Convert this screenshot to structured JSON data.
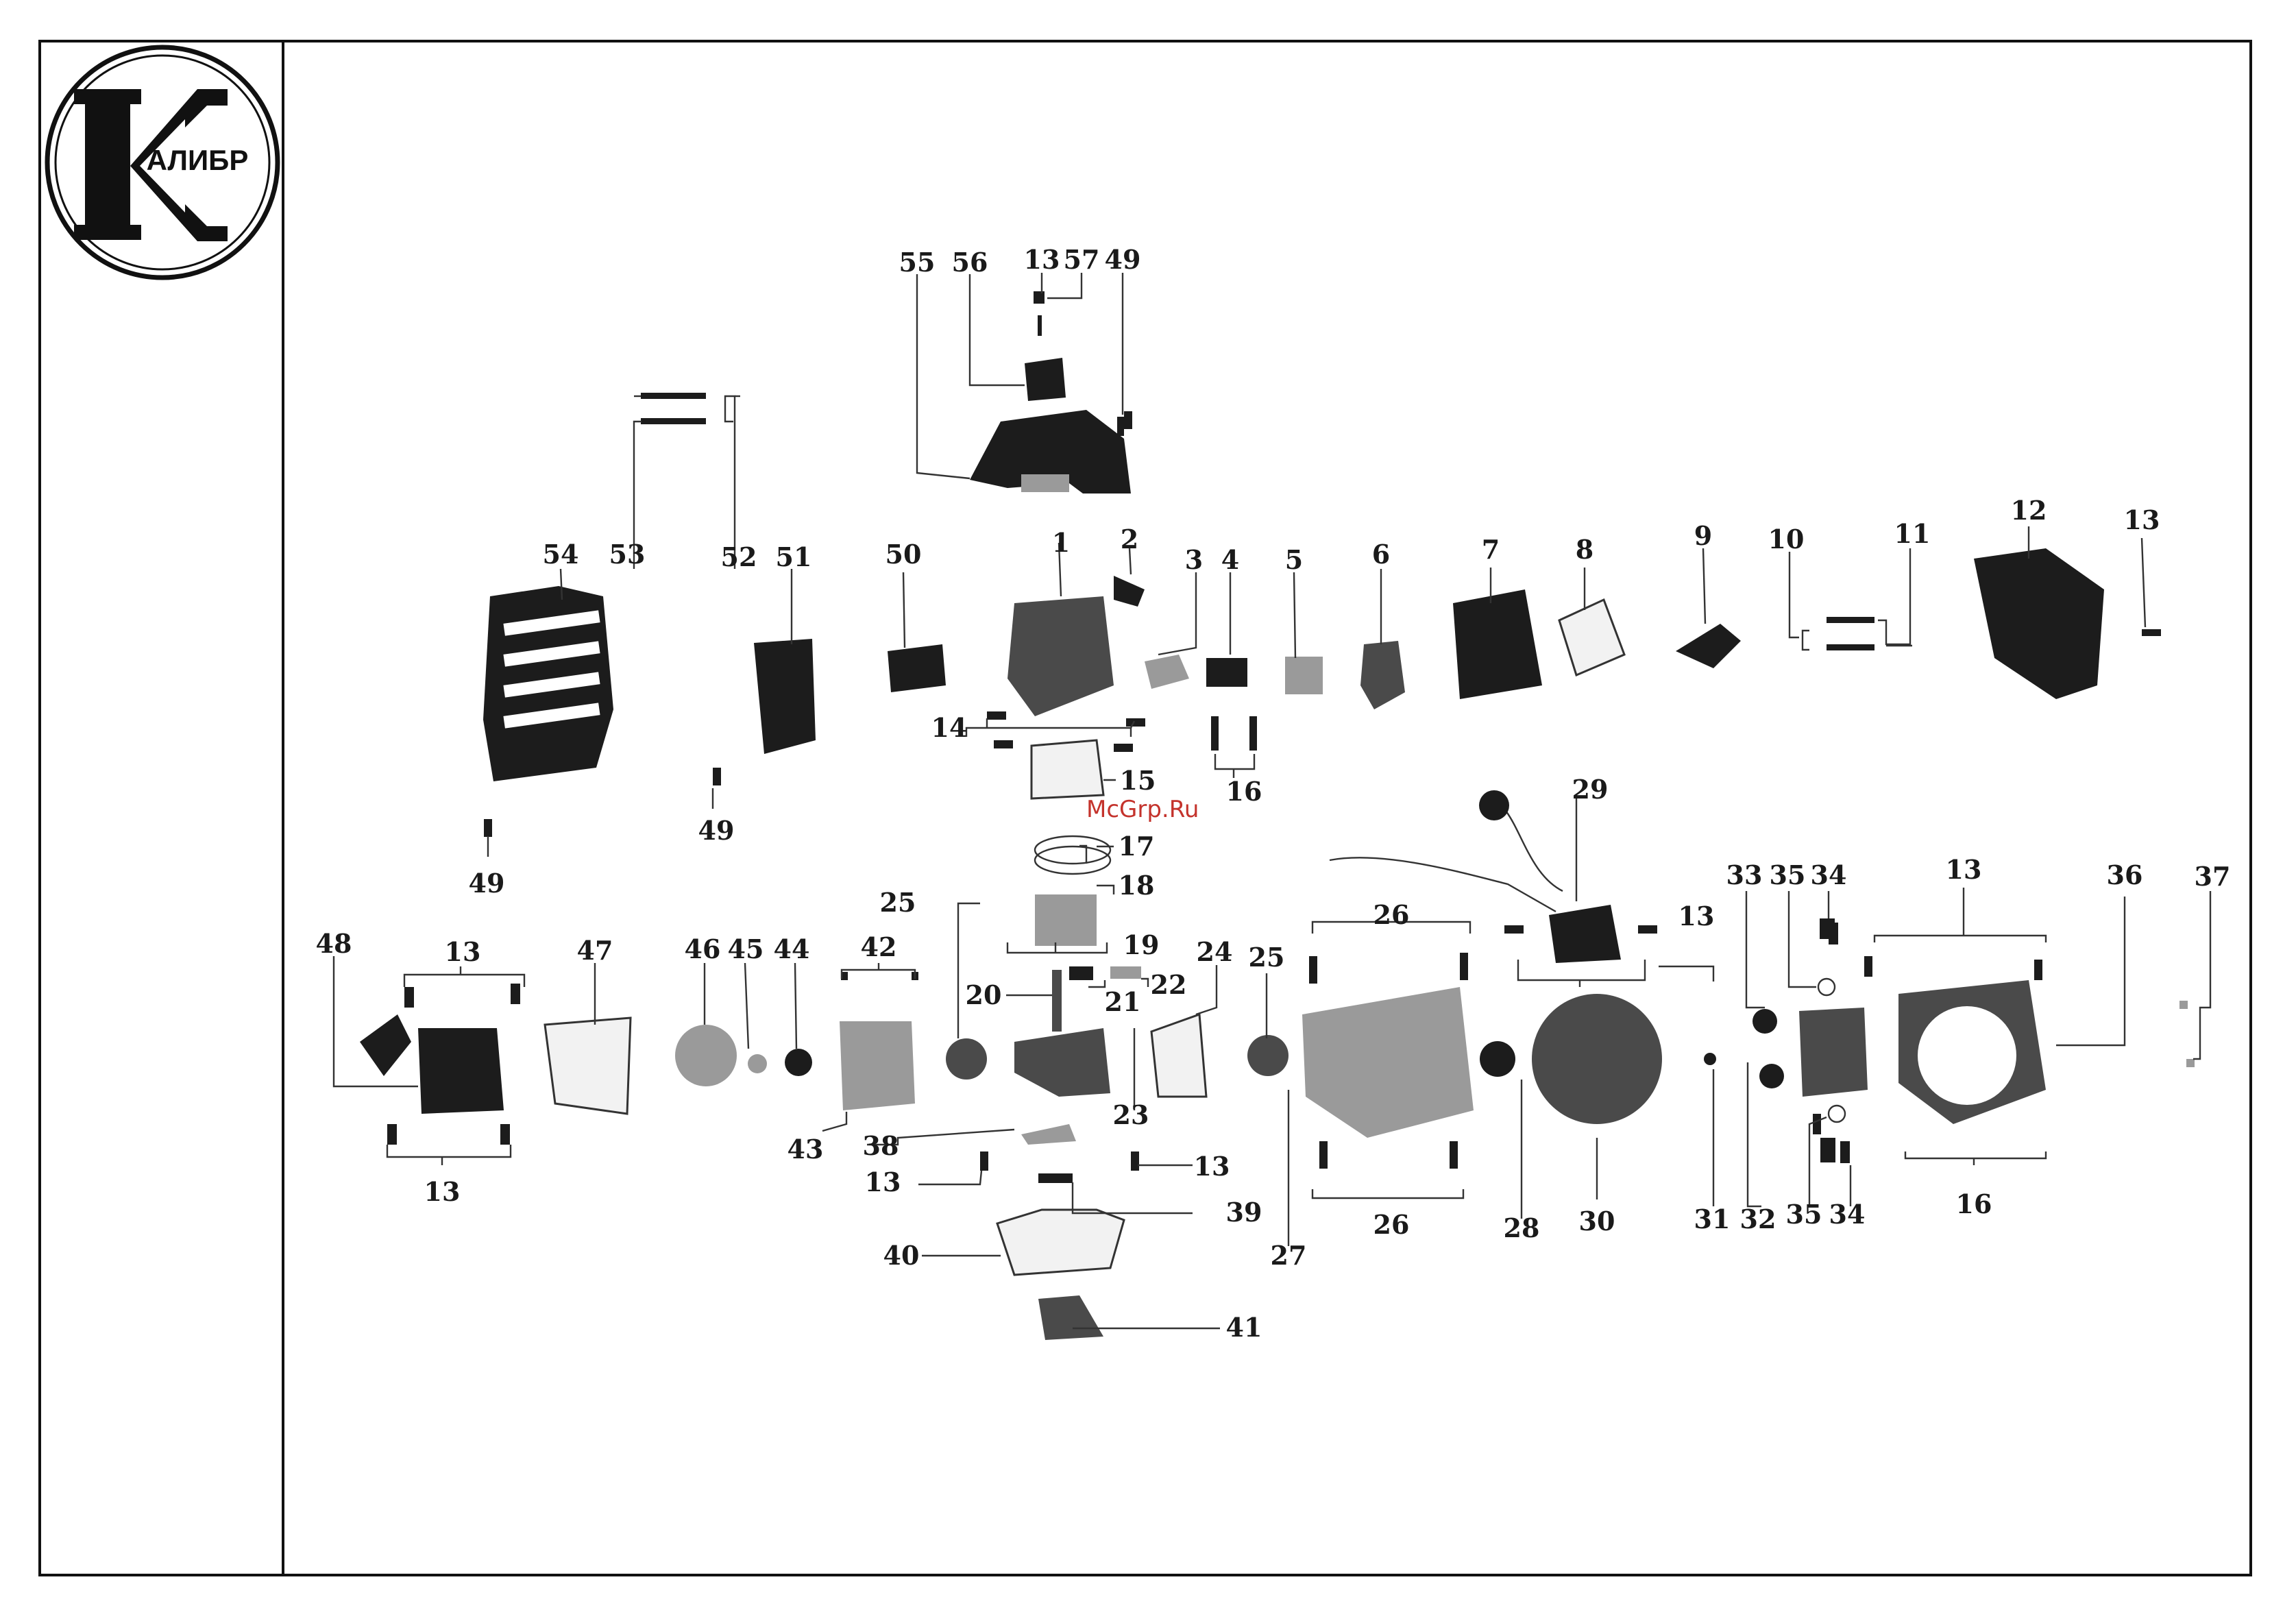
{
  "brand": {
    "logo_text": "АЛИБР"
  },
  "watermark": "McGrp.Ru",
  "callouts": [
    {
      "id": "c1",
      "text": "1"
    },
    {
      "id": "c2",
      "text": "2"
    },
    {
      "id": "c3",
      "text": "3"
    },
    {
      "id": "c4",
      "text": "4"
    },
    {
      "id": "c5",
      "text": "5"
    },
    {
      "id": "c6",
      "text": "6"
    },
    {
      "id": "c7",
      "text": "7"
    },
    {
      "id": "c8",
      "text": "8"
    },
    {
      "id": "c9",
      "text": "9"
    },
    {
      "id": "c10",
      "text": "10"
    },
    {
      "id": "c11",
      "text": "11"
    },
    {
      "id": "c12",
      "text": "12"
    },
    {
      "id": "c13a",
      "text": "13"
    },
    {
      "id": "c13b",
      "text": "13"
    },
    {
      "id": "c13c",
      "text": "13"
    },
    {
      "id": "c13d",
      "text": "13"
    },
    {
      "id": "c13e",
      "text": "13"
    },
    {
      "id": "c13f",
      "text": "13"
    },
    {
      "id": "c13g",
      "text": "13"
    },
    {
      "id": "c13h",
      "text": "13"
    },
    {
      "id": "c14",
      "text": "14"
    },
    {
      "id": "c15",
      "text": "15"
    },
    {
      "id": "c16a",
      "text": "16"
    },
    {
      "id": "c16b",
      "text": "16"
    },
    {
      "id": "c17",
      "text": "17"
    },
    {
      "id": "c18",
      "text": "18"
    },
    {
      "id": "c19",
      "text": "19"
    },
    {
      "id": "c20",
      "text": "20"
    },
    {
      "id": "c21",
      "text": "21"
    },
    {
      "id": "c22",
      "text": "22"
    },
    {
      "id": "c23",
      "text": "23"
    },
    {
      "id": "c24",
      "text": "24"
    },
    {
      "id": "c25a",
      "text": "25"
    },
    {
      "id": "c25b",
      "text": "25"
    },
    {
      "id": "c26a",
      "text": "26"
    },
    {
      "id": "c26b",
      "text": "26"
    },
    {
      "id": "c27",
      "text": "27"
    },
    {
      "id": "c28",
      "text": "28"
    },
    {
      "id": "c29",
      "text": "29"
    },
    {
      "id": "c30",
      "text": "30"
    },
    {
      "id": "c31",
      "text": "31"
    },
    {
      "id": "c32",
      "text": "32"
    },
    {
      "id": "c33",
      "text": "33"
    },
    {
      "id": "c34a",
      "text": "34"
    },
    {
      "id": "c34b",
      "text": "34"
    },
    {
      "id": "c35a",
      "text": "35"
    },
    {
      "id": "c35b",
      "text": "35"
    },
    {
      "id": "c36",
      "text": "36"
    },
    {
      "id": "c37",
      "text": "37"
    },
    {
      "id": "c38",
      "text": "38"
    },
    {
      "id": "c39",
      "text": "39"
    },
    {
      "id": "c40",
      "text": "40"
    },
    {
      "id": "c41",
      "text": "41"
    },
    {
      "id": "c42",
      "text": "42"
    },
    {
      "id": "c43",
      "text": "43"
    },
    {
      "id": "c44",
      "text": "44"
    },
    {
      "id": "c45",
      "text": "45"
    },
    {
      "id": "c46",
      "text": "46"
    },
    {
      "id": "c47",
      "text": "47"
    },
    {
      "id": "c48",
      "text": "48"
    },
    {
      "id": "c49a",
      "text": "49"
    },
    {
      "id": "c49b",
      "text": "49"
    },
    {
      "id": "c49c",
      "text": "49"
    },
    {
      "id": "c50",
      "text": "50"
    },
    {
      "id": "c51",
      "text": "51"
    },
    {
      "id": "c52",
      "text": "52"
    },
    {
      "id": "c53",
      "text": "53"
    },
    {
      "id": "c54",
      "text": "54"
    },
    {
      "id": "c55",
      "text": "55"
    },
    {
      "id": "c56",
      "text": "56"
    },
    {
      "id": "c57",
      "text": "57"
    }
  ]
}
